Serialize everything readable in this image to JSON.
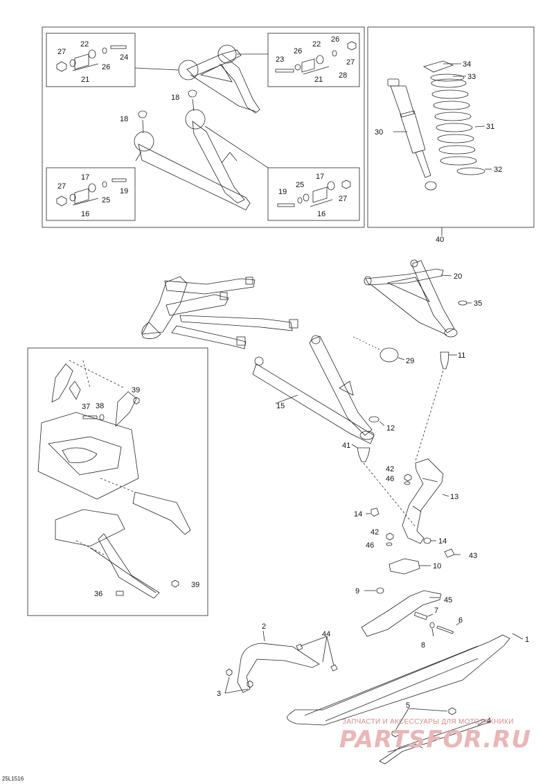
{
  "figure_code": "25L1516",
  "watermark": {
    "line1": "ЗАПЧАСТИ И АКСЕССУАРЫ ДЛЯ МОТОТЕХНИКИ",
    "line2": "PARTSFOR.RU"
  },
  "callouts": {
    "p1": "1",
    "p2": "2",
    "p3": "3",
    "p4": "4",
    "p5": "5",
    "p6": "6",
    "p7": "7",
    "p8": "8",
    "p9": "9",
    "p10": "10",
    "p11": "11",
    "p12": "12",
    "p13": "13",
    "p14a": "14",
    "p14b": "14",
    "p15": "15",
    "p16a": "16",
    "p16b": "16",
    "p17a": "17",
    "p17b": "17",
    "p18a": "18",
    "p18b": "18",
    "p19a": "19",
    "p19b": "19",
    "p20": "20",
    "p21a": "21",
    "p21b": "21",
    "p22a": "22",
    "p22b": "22",
    "p23": "23",
    "p24": "24",
    "p25a": "25",
    "p25b": "25",
    "p26a": "26",
    "p26b": "26",
    "p26c": "26",
    "p27a": "27",
    "p27b": "27",
    "p27c": "27",
    "p27d": "27",
    "p28": "28",
    "p29": "29",
    "p30": "30",
    "p31": "31",
    "p32": "32",
    "p33": "33",
    "p34": "34",
    "p35": "35",
    "p36": "36",
    "p37": "37",
    "p38": "38",
    "p39a": "39",
    "p39b": "39",
    "p40": "40",
    "p41": "41",
    "p42a": "42",
    "p42b": "42",
    "p43": "43",
    "p44": "44",
    "p45": "45",
    "p46a": "46",
    "p46b": "46"
  }
}
